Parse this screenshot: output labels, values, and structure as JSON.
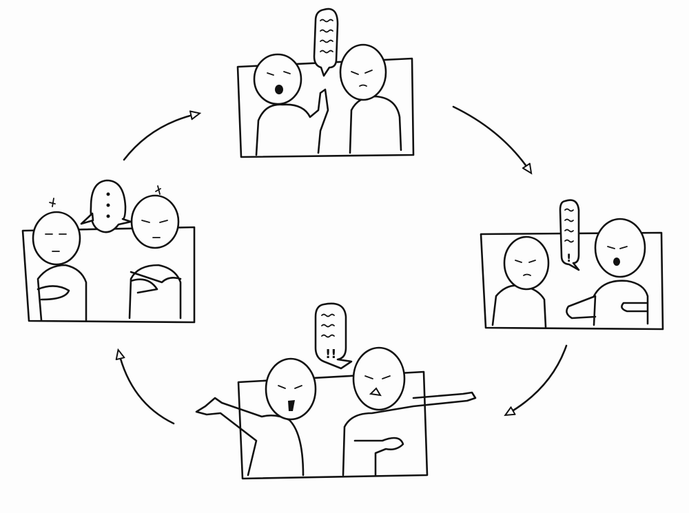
{
  "diagram": {
    "type": "cycle",
    "ink_color": "#111111",
    "paper_color": "#fdfdfd",
    "panels": [
      {
        "id": "top",
        "bubble": "squiggles"
      },
      {
        "id": "right",
        "bubble": "squiggles",
        "bubble_mark": "!"
      },
      {
        "id": "bottom",
        "bubble": "squiggles",
        "bubble_mark": "!!"
      },
      {
        "id": "left",
        "bubble": "ellipsis"
      }
    ]
  }
}
